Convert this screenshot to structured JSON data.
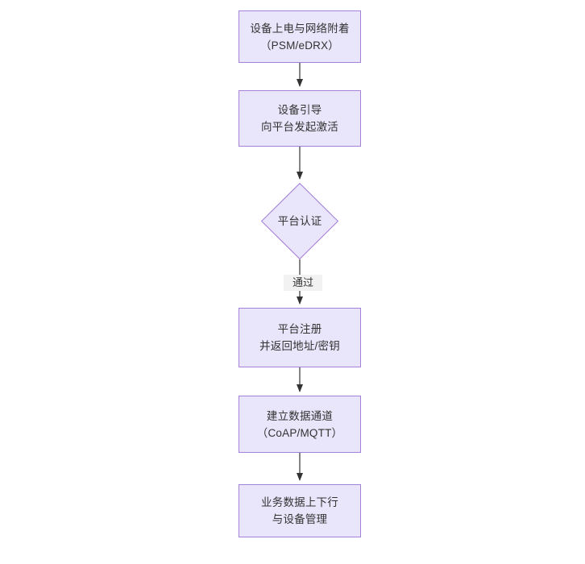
{
  "diagram": {
    "type": "flowchart",
    "orientation": "top-to-bottom",
    "background_color": "#ffffff",
    "node_fill_color": "#e9e5fa",
    "node_border_color": "#a481d8",
    "edge_color": "#333333",
    "text_color": "#333333",
    "edge_label_background": "#f2f2f2",
    "title": "",
    "nodes": [
      {
        "id": "node-power-on",
        "shape": "rectangle",
        "lines": [
          "设备上电与网络附着",
          "（PSM/eDRX）"
        ]
      },
      {
        "id": "node-bootstrap",
        "shape": "rectangle",
        "lines": [
          "设备引导",
          "向平台发起激活"
        ]
      },
      {
        "id": "node-platform-auth",
        "shape": "diamond",
        "lines": [
          "平台认证"
        ]
      },
      {
        "id": "node-platform-register",
        "shape": "rectangle",
        "lines": [
          "平台注册",
          "并返回地址/密钥"
        ]
      },
      {
        "id": "node-data-channel",
        "shape": "rectangle",
        "lines": [
          "建立数据通道",
          "（CoAP/MQTT）"
        ]
      },
      {
        "id": "node-business-data",
        "shape": "rectangle",
        "lines": [
          "业务数据上下行",
          "与设备管理"
        ]
      }
    ],
    "edges": [
      {
        "id": "edge-1",
        "from": "node-power-on",
        "to": "node-bootstrap",
        "label": ""
      },
      {
        "id": "edge-2",
        "from": "node-bootstrap",
        "to": "node-platform-auth",
        "label": ""
      },
      {
        "id": "edge-3",
        "from": "node-platform-auth",
        "to": "node-platform-register",
        "label": "通过"
      },
      {
        "id": "edge-4",
        "from": "node-platform-register",
        "to": "node-data-channel",
        "label": ""
      },
      {
        "id": "edge-5",
        "from": "node-data-channel",
        "to": "node-business-data",
        "label": ""
      }
    ]
  }
}
